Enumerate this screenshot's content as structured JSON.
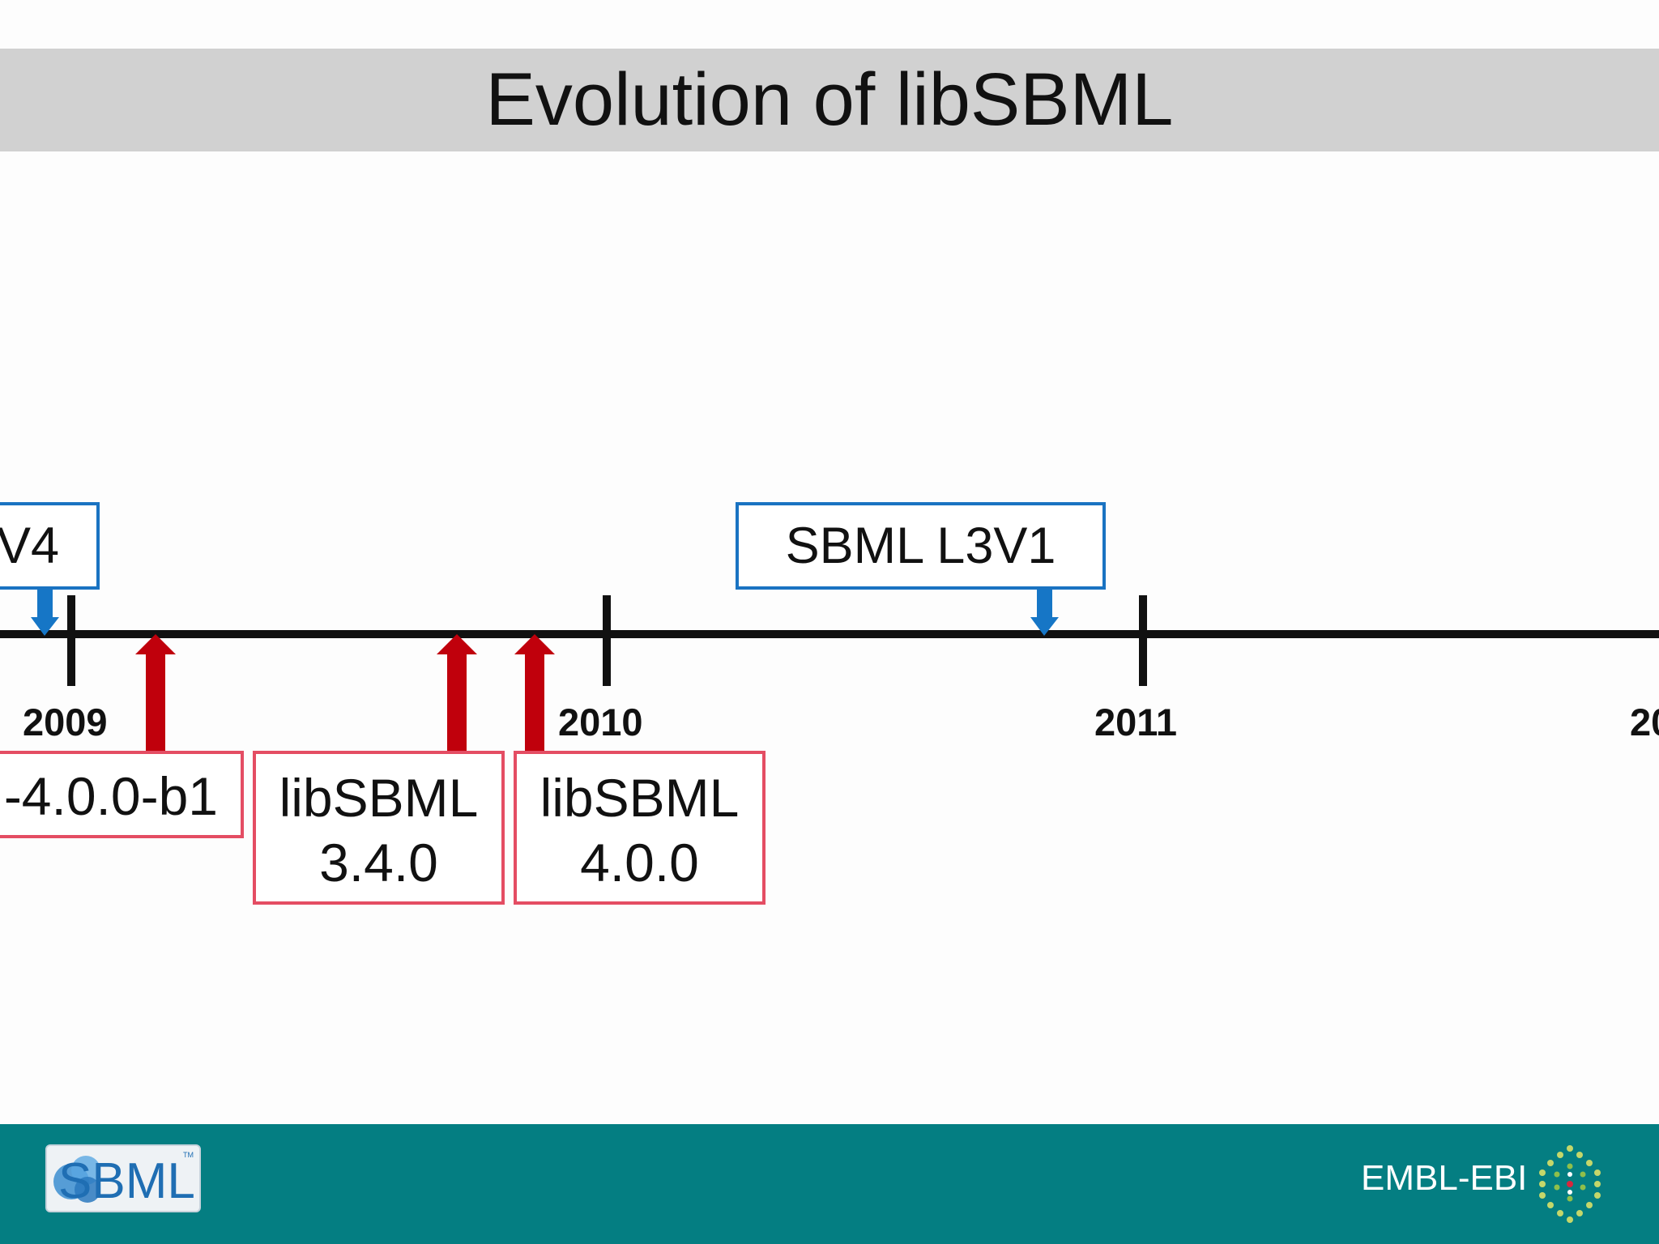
{
  "title": "Evolution of libSBML",
  "timeline": {
    "years": [
      "2009",
      "2010",
      "2011",
      "20"
    ],
    "spec_events": [
      {
        "label": "V4"
      },
      {
        "label": "SBML L3V1"
      }
    ],
    "lib_events": [
      {
        "lines": [
          "-4.0.0-b1"
        ]
      },
      {
        "lines": [
          "libSBML",
          "3.4.0"
        ]
      },
      {
        "lines": [
          "libSBML",
          "4.0.0"
        ]
      }
    ]
  },
  "footer": {
    "sbml_logo_text": "SBML",
    "sbml_logo_tm": "TM",
    "org_text": "EMBL-EBI"
  },
  "colors": {
    "title_bar": "#d1d1d1",
    "spec_border": "#1a73c2",
    "spec_arrow": "#1676c6",
    "lib_border": "#e44d63",
    "lib_arrow": "#c0000c",
    "axis": "#111111",
    "footer": "#047e82"
  }
}
